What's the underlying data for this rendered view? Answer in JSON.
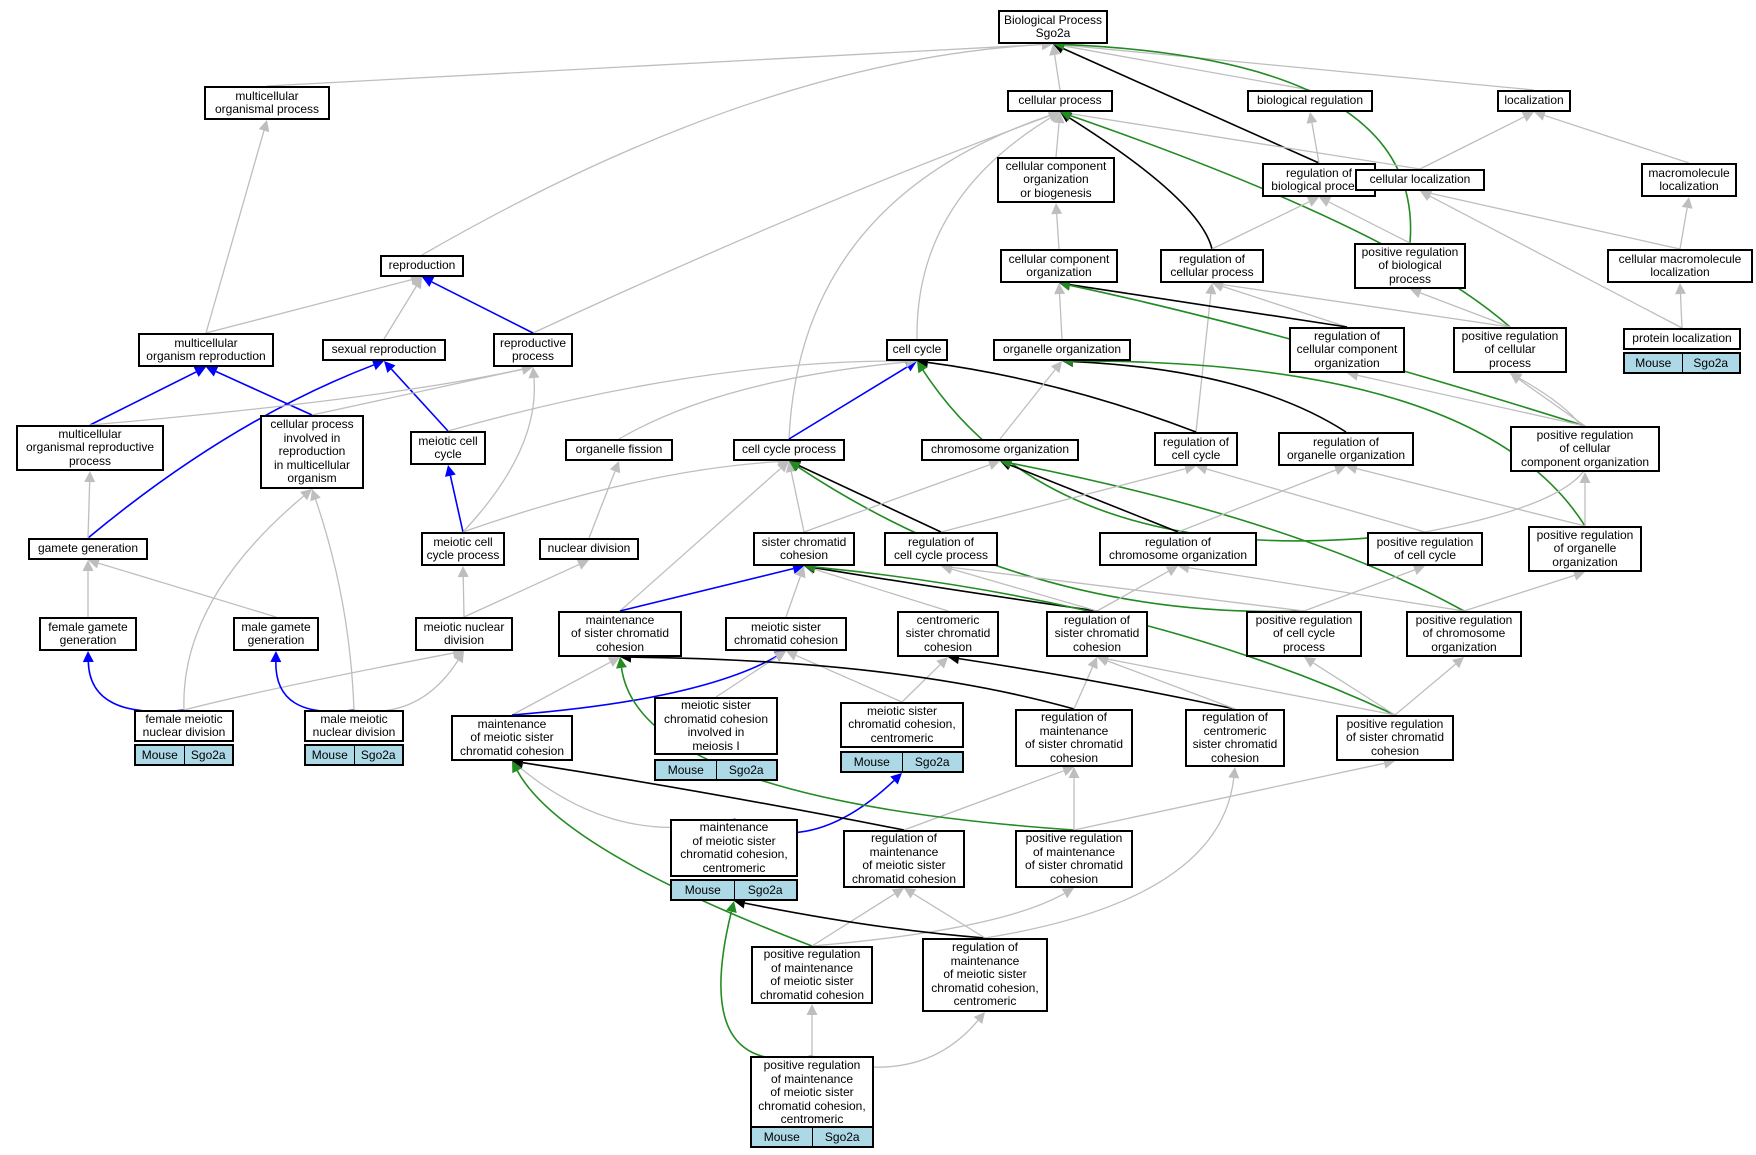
{
  "colors": {
    "is_a": "#bebebe",
    "part_of": "#0000ff",
    "regulates": "#000000",
    "positively_regulates": "#228b22"
  },
  "nodes": {
    "bp": "Biological Process\nSgo2a",
    "cellular_process": "cellular process",
    "biological_regulation": "biological regulation",
    "localization": "localization",
    "multicellular_organismal_process": "multicellular\norganismal process",
    "ccob": "cellular component\norganization\nor biogenesis",
    "regulation_of_biological_process": "regulation of\nbiological process",
    "cellular_localization": "cellular localization",
    "macromolecule_localization": "macromolecule\nlocalization",
    "reproduction": "reproduction",
    "cellular_component_organization": "cellular component\norganization",
    "regulation_of_cellular_process": "regulation of\ncellular process",
    "positive_regulation_of_biological_process": "positive regulation\nof biological\nprocess",
    "cellular_macromolecule_localization": "cellular macromolecule\nlocalization",
    "multicellular_organism_reproduction": "multicellular\norganism reproduction",
    "sexual_reproduction": "sexual reproduction",
    "reproductive_process": "reproductive\nprocess",
    "cell_cycle": "cell cycle",
    "organelle_organization": "organelle organization",
    "regulation_of_ccorg": "regulation of\ncellular component\norganization",
    "positive_regulation_of_cellular_process": "positive regulation\nof cellular\nprocess",
    "protein_localization": "protein localization",
    "multicellular_organismal_reproductive_process": "multicellular\norganismal reproductive\nprocess",
    "cellular_process_involved_in_reproduction": "cellular process\ninvolved in\nreproduction\nin multicellular\norganism",
    "meiotic_cell_cycle": "meiotic cell\ncycle",
    "organelle_fission": "organelle fission",
    "cell_cycle_process": "cell cycle process",
    "chromosome_organization": "chromosome organization",
    "regulation_of_cell_cycle": "regulation of\ncell cycle",
    "regulation_of_organelle_organization": "regulation of\norganelle organization",
    "positive_regulation_of_ccorg": "positive regulation\nof cellular\ncomponent organization",
    "gamete_generation": "gamete generation",
    "meiotic_cell_cycle_process": "meiotic cell\ncycle process",
    "nuclear_division": "nuclear division",
    "sister_chromatid_cohesion": "sister chromatid\ncohesion",
    "regulation_of_cell_cycle_process": "regulation of\ncell cycle process",
    "regulation_of_chromosome_organization": "regulation of\nchromosome organization",
    "positive_regulation_of_cell_cycle": "positive regulation\nof cell cycle",
    "positive_regulation_of_organelle_organization": "positive regulation\nof organelle\norganization",
    "female_gamete_generation": "female gamete\ngeneration",
    "male_gamete_generation": "male gamete\ngeneration",
    "meiotic_nuclear_division": "meiotic nuclear\ndivision",
    "maintenance_of_sister_chromatid_cohesion": "maintenance\nof sister chromatid\ncohesion",
    "meiotic_sister_chromatid_cohesion": "meiotic sister\nchromatid cohesion",
    "centromeric_sister_chromatid_cohesion": "centromeric\nsister chromatid\ncohesion",
    "regulation_of_sister_chromatid_cohesion": "regulation of\nsister chromatid\ncohesion",
    "positive_regulation_of_cell_cycle_process": "positive regulation\nof cell cycle\nprocess",
    "positive_regulation_of_chromosome_organization": "positive regulation\nof chromosome\norganization",
    "female_meiotic_nuclear_division": "female meiotic\nnuclear division",
    "male_meiotic_nuclear_division": "male meiotic\nnuclear division",
    "maintenance_of_meiotic_sister_chromatid_cohesion": "maintenance\nof meiotic sister\nchromatid cohesion",
    "meiotic_sister_chromatid_cohesion_involved_in_meiosis_i": "meiotic sister\nchromatid cohesion\ninvolved in\nmeiosis I",
    "meiotic_sister_chromatid_cohesion_centromeric": "meiotic sister\nchromatid cohesion,\ncentromeric",
    "regulation_of_maintenance_of_sister_chromatid_cohesion": "regulation of\nmaintenance\nof sister chromatid\ncohesion",
    "regulation_of_centromeric_sister_chromatid_cohesion": "regulation of\ncentromeric\nsister chromatid\ncohesion",
    "positive_regulation_of_sister_chromatid_cohesion": "positive regulation\nof sister chromatid\ncohesion",
    "maintenance_of_meiotic_sister_chromatid_cohesion_centromeric": "maintenance\nof meiotic sister\nchromatid cohesion,\ncentromeric",
    "regulation_of_maintenance_of_meiotic_sister_chromatid_cohesion": "regulation of\nmaintenance\nof meiotic sister\nchromatid cohesion",
    "positive_regulation_of_maintenance_of_sister_chromatid_cohesion": "positive regulation\nof maintenance\nof sister chromatid\ncohesion",
    "positive_regulation_of_maintenance_of_meiotic_sister_chromatid_cohesion": "positive regulation\nof maintenance\nof meiotic sister\nchromatid cohesion",
    "regulation_of_maintenance_of_meiotic_sister_chromatid_cohesion_centromeric": "regulation of\nmaintenance\nof meiotic sister\nchromatid cohesion,\ncentromeric",
    "positive_regulation_of_maintenance_of_meiotic_sister_chromatid_cohesion_centromeric": "positive regulation\nof maintenance\nof meiotic sister\nchromatid cohesion,\ncentromeric"
  },
  "annotations": {
    "protein_localization": [
      "Mouse",
      "Sgo2a"
    ],
    "female_meiotic_nuclear_division": [
      "Mouse",
      "Sgo2a"
    ],
    "male_meiotic_nuclear_division": [
      "Mouse",
      "Sgo2a"
    ],
    "meiotic_sister_chromatid_cohesion_involved_in_meiosis_i": [
      "Mouse",
      "Sgo2a"
    ],
    "meiotic_sister_chromatid_cohesion_centromeric": [
      "Mouse",
      "Sgo2a"
    ],
    "maintenance_of_meiotic_sister_chromatid_cohesion_centromeric": [
      "Mouse",
      "Sgo2a"
    ],
    "positive_regulation_of_maintenance_of_meiotic_sister_chromatid_cohesion_centromeric": [
      "Mouse",
      "Sgo2a"
    ]
  }
}
